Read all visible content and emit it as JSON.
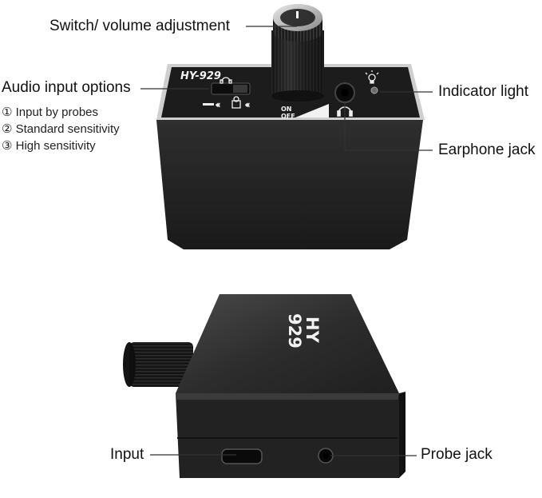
{
  "labels": {
    "switch_volume": "Switch/ volume adjustment",
    "audio_input": "Audio input options",
    "options": [
      "① Input by probes",
      "② Standard sensitivity",
      "③ High sensitivity"
    ],
    "indicator": "Indicator light",
    "earphone": "Earphone jack",
    "input": "Input",
    "probe": "Probe jack"
  },
  "device": {
    "model_top": "HY-929",
    "model_side_line1": "HY",
    "model_side_line2": "929",
    "on": "ON",
    "off": "OFF"
  },
  "colors": {
    "body": "#262626",
    "panel": "#1b1b1b",
    "bezel": "#c9c9c9",
    "leader_line": "#333333"
  }
}
